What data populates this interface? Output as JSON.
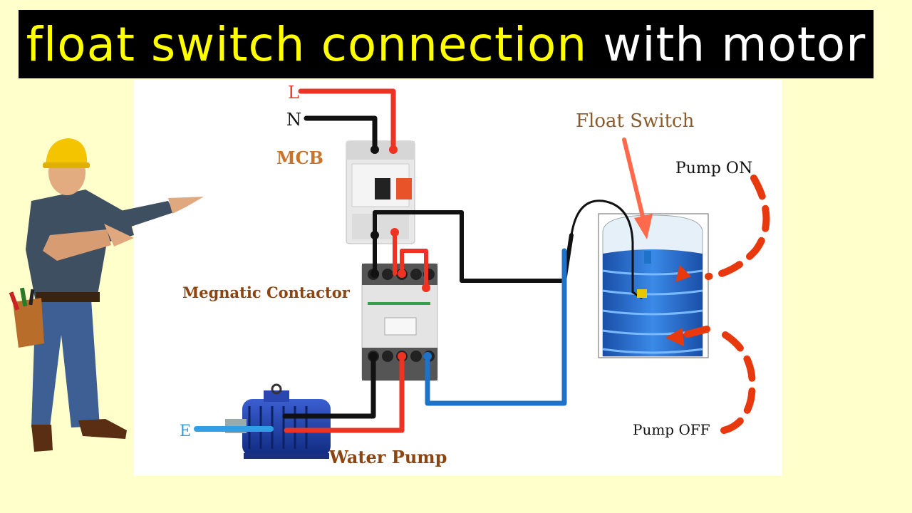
{
  "title": {
    "part1": "float switch connection",
    "part2": "with motor"
  },
  "labels": {
    "line": "L",
    "neutral": "N",
    "mcb": "MCB",
    "contactor": "Megnatic Contactor",
    "float_switch": "Float Switch",
    "pump_on": "Pump ON",
    "pump_off": "Pump OFF",
    "earth": "E",
    "water_pump": "Water Pump"
  },
  "colors": {
    "background": "#ffffcc",
    "title_yellow": "#ffff00",
    "title_white": "#ffffff",
    "wire_red": "#ee3322",
    "wire_black": "#111111",
    "wire_blue": "#1e73c8",
    "label_brown": "#8b4513"
  }
}
